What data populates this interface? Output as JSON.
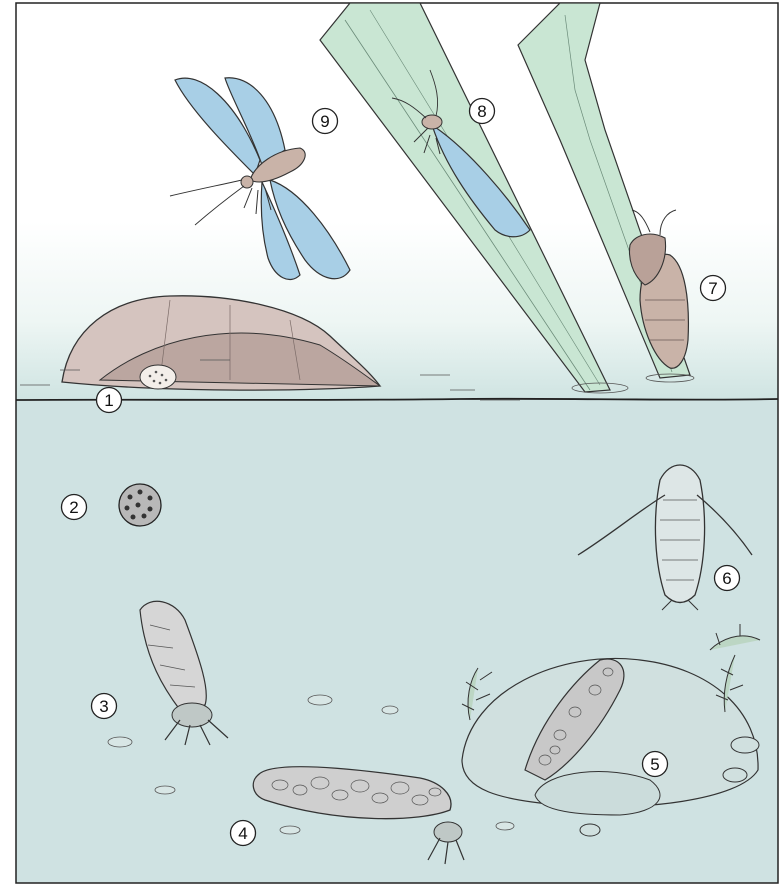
{
  "diagram": {
    "labels": [
      {
        "id": "label-1",
        "text": "1",
        "subject": "egg mass under floating leaf"
      },
      {
        "id": "label-2",
        "text": "2",
        "subject": "single egg"
      },
      {
        "id": "label-3",
        "text": "3",
        "subject": "young larva in case"
      },
      {
        "id": "label-4",
        "text": "4",
        "subject": "larva in stone case"
      },
      {
        "id": "label-5",
        "text": "5",
        "subject": "pupal case on rock"
      },
      {
        "id": "label-6",
        "text": "6",
        "subject": "pupa swimming to surface"
      },
      {
        "id": "label-7",
        "text": "7",
        "subject": "adult emerging on stem"
      },
      {
        "id": "label-8",
        "text": "8",
        "subject": "adult resting on stem"
      },
      {
        "id": "label-9",
        "text": "9",
        "subject": "adult in flight"
      }
    ]
  },
  "colors": {
    "water": "#cfe2e2",
    "sky_top": "#ffffff",
    "sky_bottom": "#cfe4e2",
    "stem": "#c9e6d3",
    "wing": "#a8cfe6",
    "leaf": "#d5c4bf",
    "body": "#c9b3a8"
  }
}
